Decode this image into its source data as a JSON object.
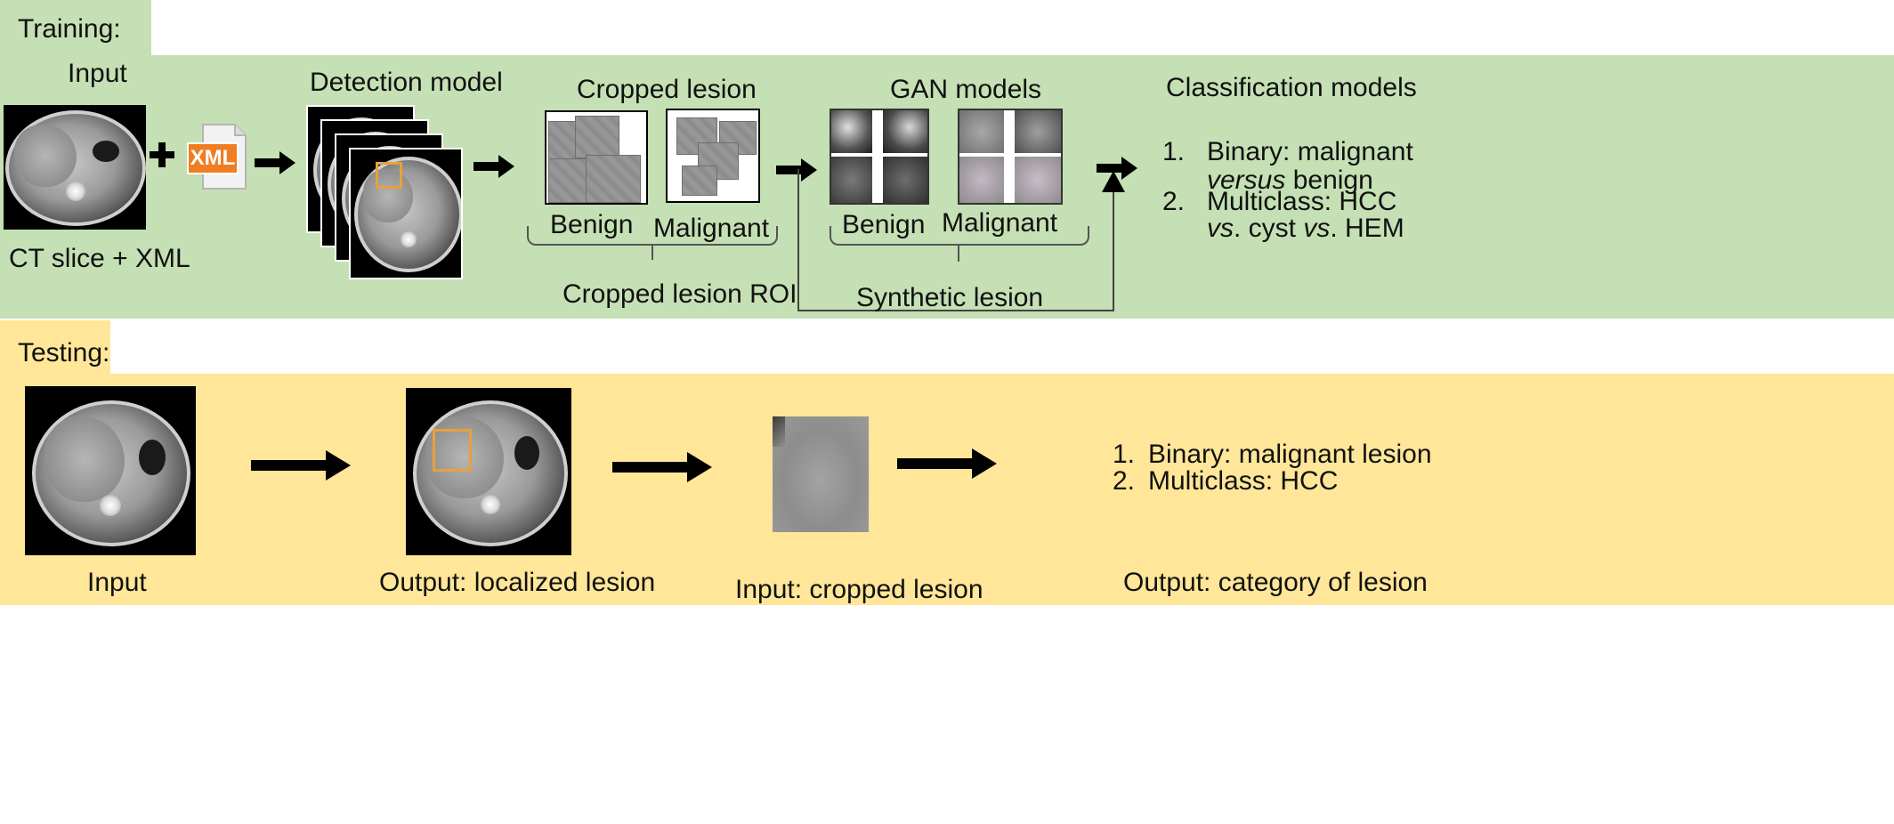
{
  "training": {
    "section_label": "Training:",
    "input_title": "Input",
    "input_caption": "CT slice + XML",
    "xml_badge": "XML",
    "plus_sign": "+",
    "detection_title": "Detection model",
    "cropped_title": "Cropped lesion",
    "cropped_benign": "Benign",
    "cropped_malignant": "Malignant",
    "cropped_roi": "Cropped lesion ROI",
    "gan_title": "GAN models",
    "gan_benign": "Benign",
    "gan_malignant": "Malignant",
    "synthetic": "Synthetic lesion",
    "classification_title": "Classification models",
    "class_items": [
      {
        "num": "1.",
        "line1": "Binary: malignant",
        "line2_em": "versus",
        "line2_rest": " benign"
      },
      {
        "num": "2.",
        "line1": "Multiclass: HCC",
        "line2_em1": "vs",
        "line2_mid": ". cyst ",
        "line2_em2": "vs",
        "line2_rest": ". HEM"
      }
    ]
  },
  "testing": {
    "section_label": "Testing:",
    "input_caption": "Input",
    "localized_caption": "Output: localized lesion",
    "cropped_caption": "Input: cropped lesion",
    "output_caption": "Output: category of lesion",
    "results": [
      {
        "num": "1.",
        "text": "Binary: malignant lesion"
      },
      {
        "num": "2.",
        "text": "Multiclass: HCC"
      }
    ]
  },
  "colors": {
    "training_bg": "#c5e0b4",
    "testing_bg": "#ffe699",
    "roi_box": "#e8a13a",
    "xml_orange": "#f07d22"
  }
}
